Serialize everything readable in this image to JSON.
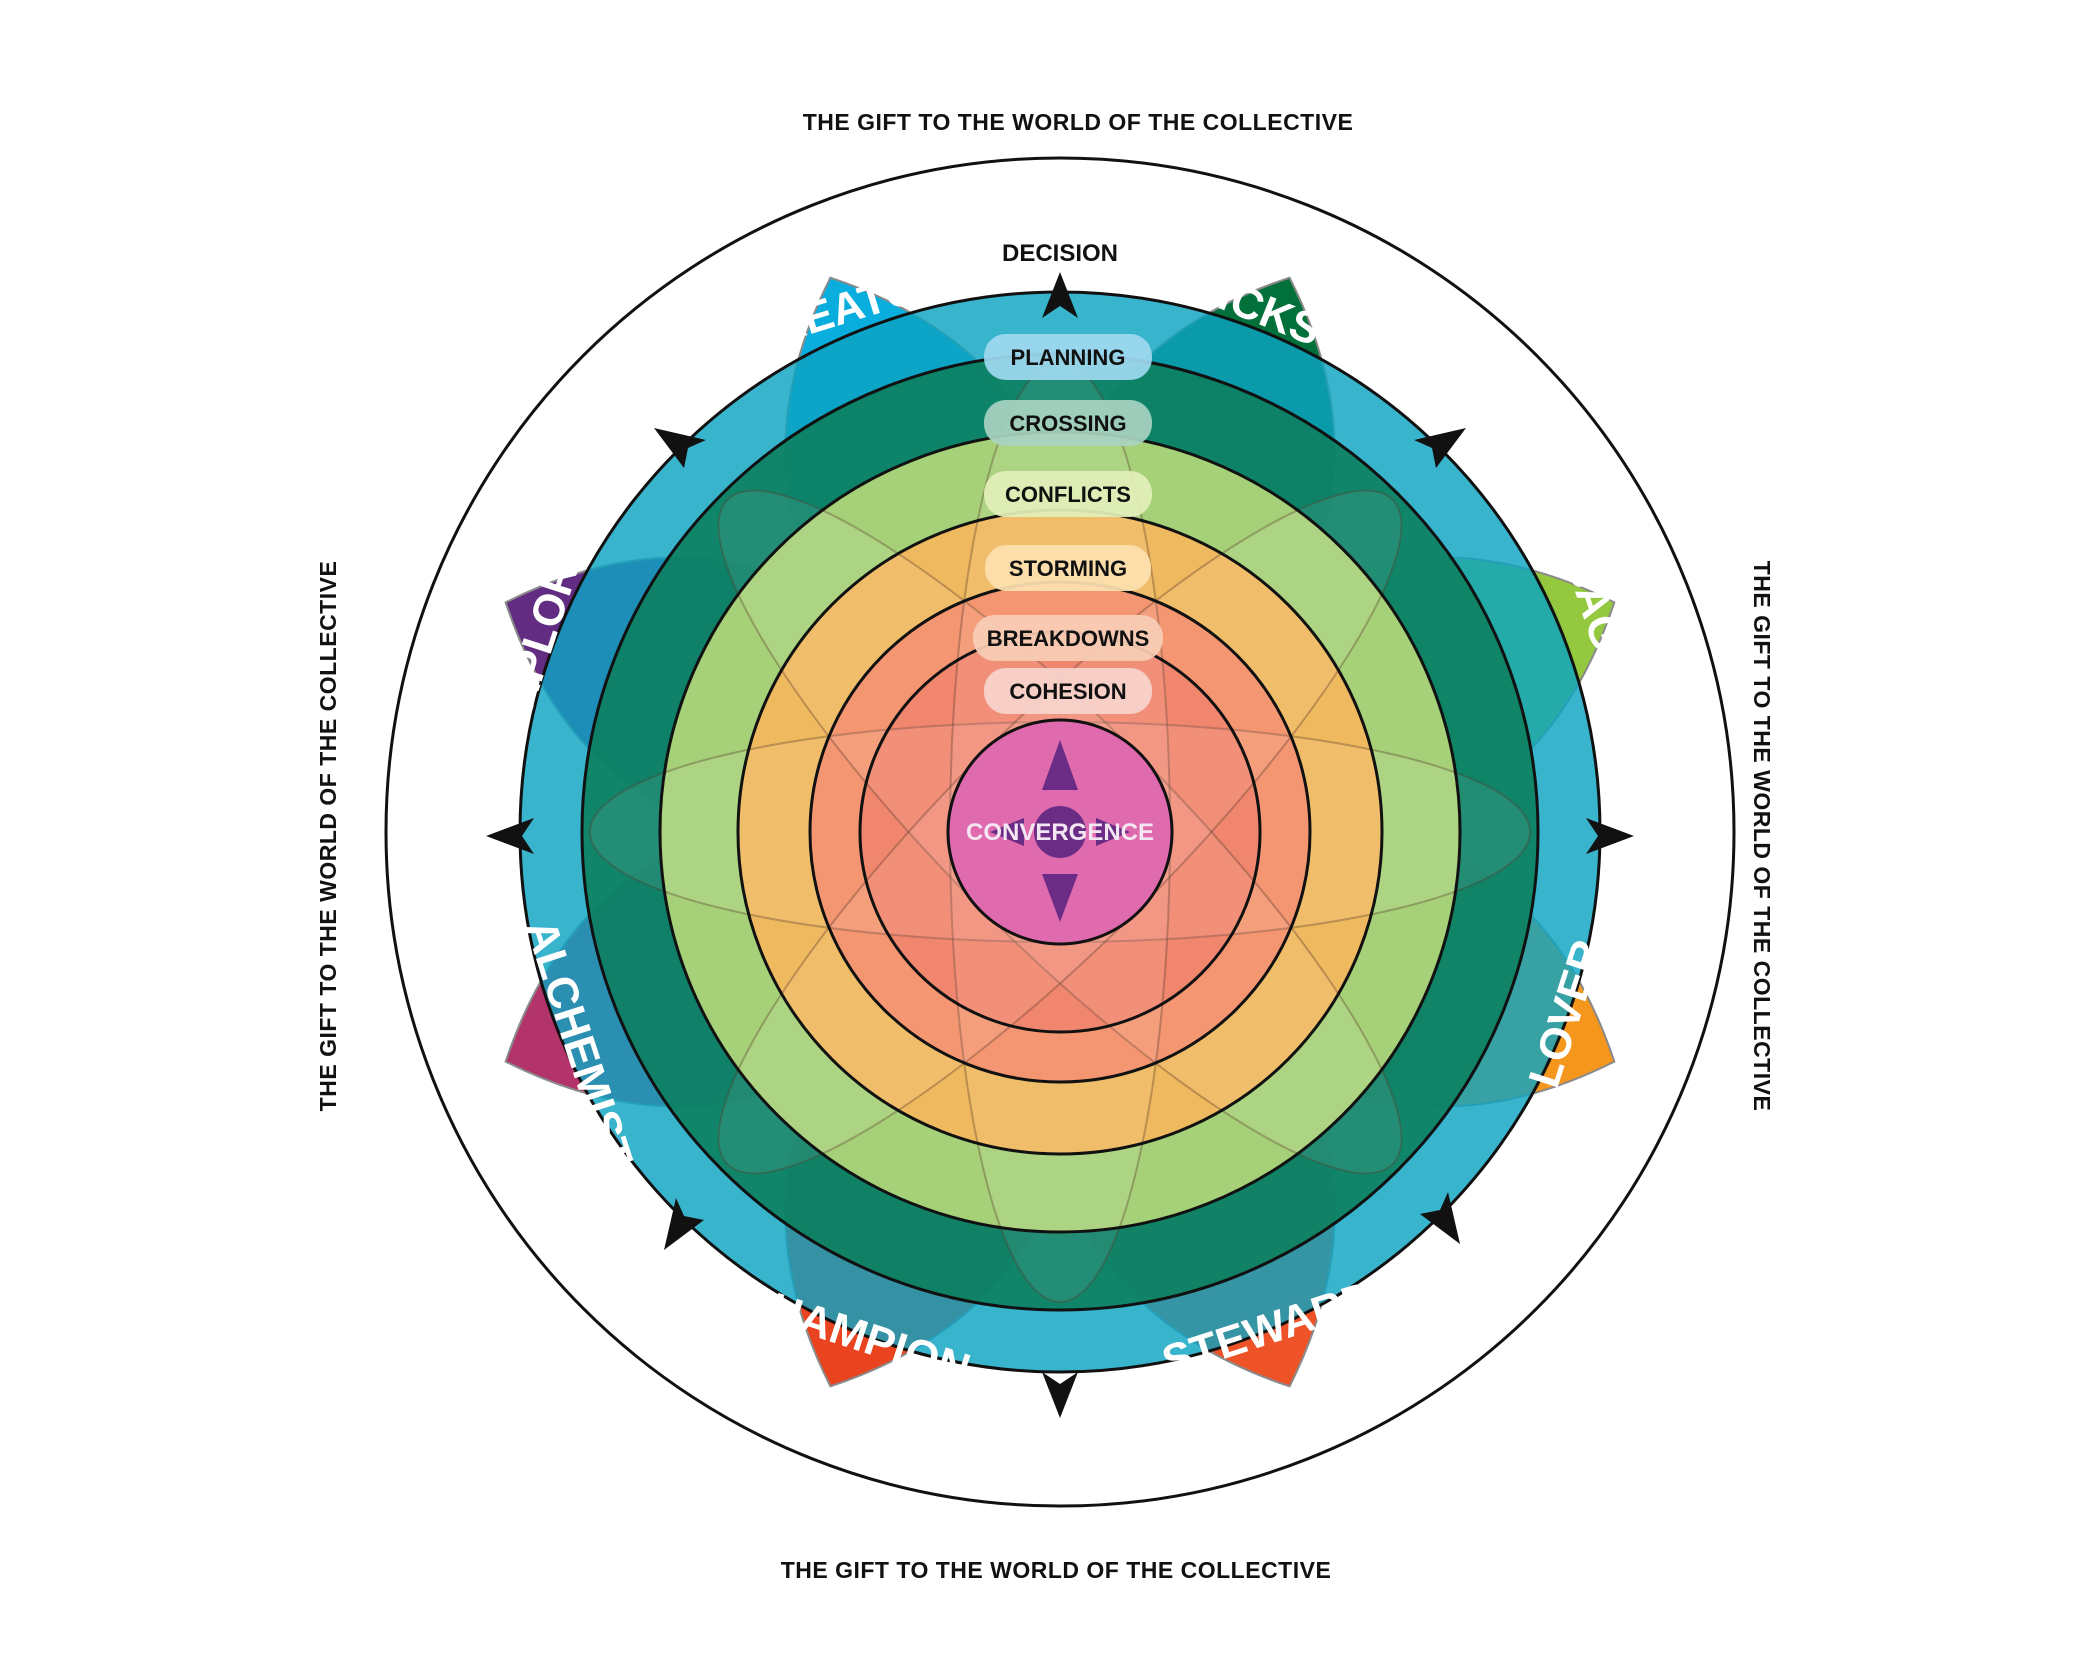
{
  "captions": {
    "top": "THE GIFT TO THE WORLD OF THE COLLECTIVE",
    "bottom": "THE GIFT TO THE WORLD OF THE COLLECTIVE",
    "left": "THE GIFT TO THE WORLD OF THE COLLECTIVE",
    "right": "THE GIFT TO THE WORLD OF THE COLLECTIVE"
  },
  "decision_label": "DECISION",
  "center_label": "CONVERGENCE",
  "archetypes": [
    {
      "name": "CREATOR",
      "color": "#0aaede"
    },
    {
      "name": "TRICKSTER",
      "color": "#02703a"
    },
    {
      "name": "SAGE",
      "color": "#93c83f"
    },
    {
      "name": "LOVER",
      "color": "#f5961d"
    },
    {
      "name": "STEWARD",
      "color": "#ed5326"
    },
    {
      "name": "CHAMPION",
      "color": "#e9431f"
    },
    {
      "name": "ALCHEMIST",
      "color": "#b3346a"
    },
    {
      "name": "EXPLORER",
      "color": "#622c83"
    }
  ],
  "stages": [
    {
      "name": "PLANNING",
      "pill_color": "#9ed8ef",
      "ring_color": "#0ea4c2"
    },
    {
      "name": "CROSSING",
      "pill_color": "#a9d3c1",
      "ring_color": "#0d7f5f"
    },
    {
      "name": "CONFLICTS",
      "pill_color": "#e2efb9",
      "ring_color": "#b8d97a"
    },
    {
      "name": "STORMING",
      "pill_color": "#fde0b0",
      "ring_color": "#f7b65c"
    },
    {
      "name": "BREAKDOWNS",
      "pill_color": "#f9cdb6",
      "ring_color": "#f28a66"
    },
    {
      "name": "COHESION",
      "pill_color": "#f8d4cc",
      "ring_color": "#ee7a62"
    }
  ],
  "center_color": "#e06aae",
  "accent_purple": "#6b2c86"
}
